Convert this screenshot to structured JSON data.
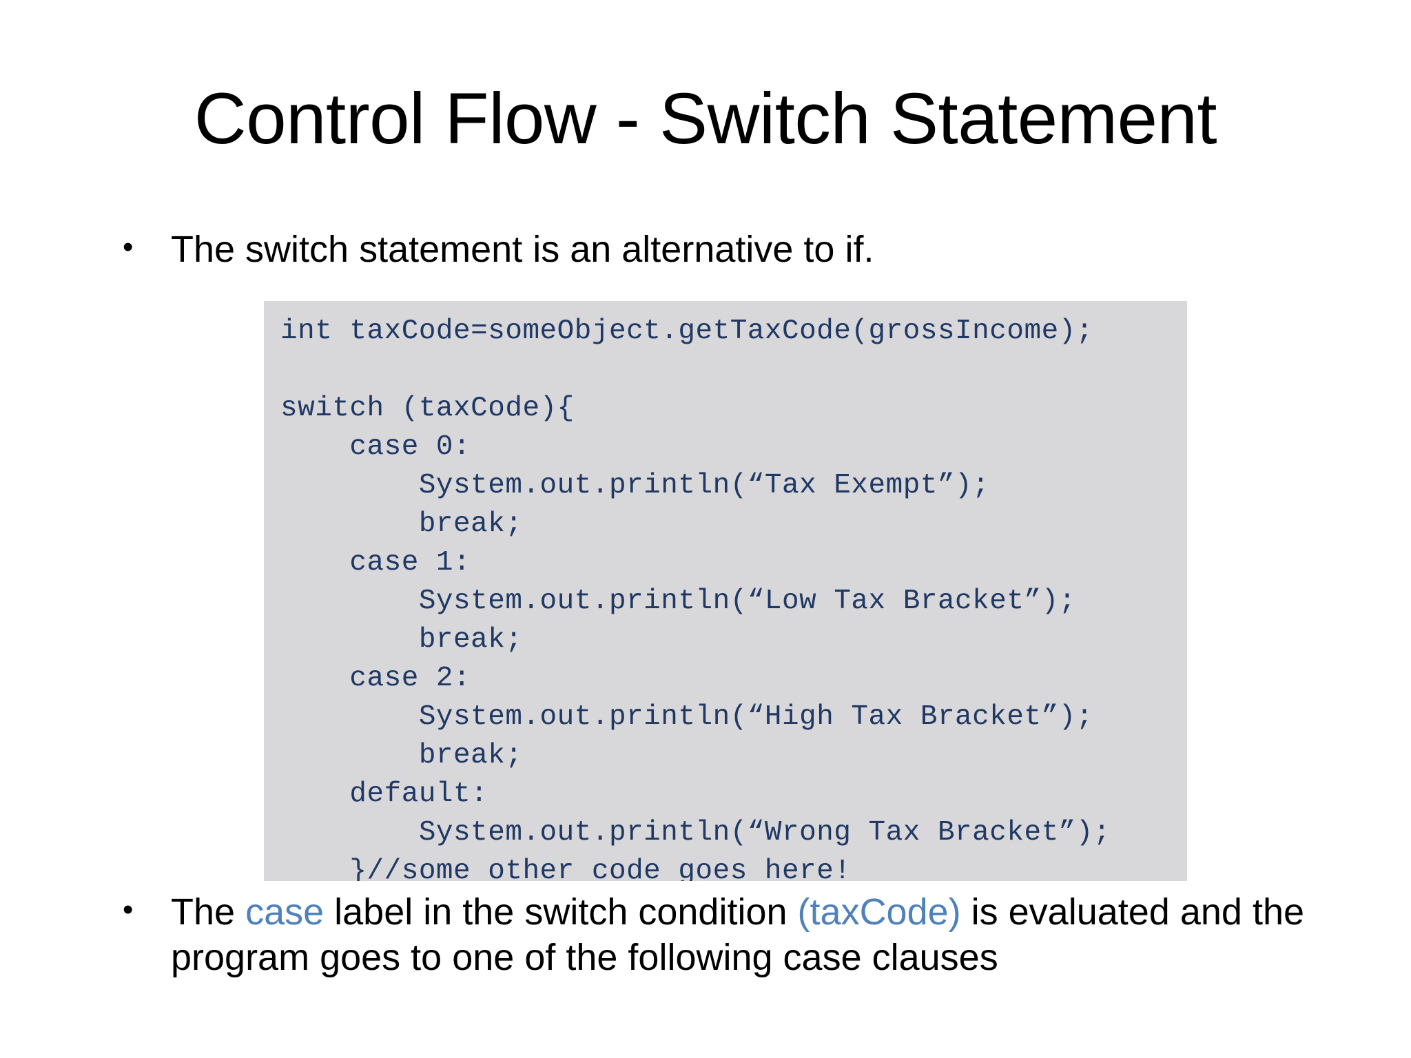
{
  "slide": {
    "title": "Control Flow - Switch Statement",
    "bullet_glyph": "•",
    "bullets": [
      {
        "id": "bullet-intro",
        "text": "The switch statement is an alternative to if."
      }
    ],
    "bullet_bottom": {
      "part1": "The ",
      "keyword_case": "case",
      "part2": " label in the switch condition ",
      "keyword_taxcode": "(taxCode)",
      "part3": " is evaluated and the program goes to one of the following case clauses"
    },
    "code_block": {
      "language": "java",
      "background_color": "#D8D7DA",
      "text_color": "#1F3864",
      "lines": [
        "int taxCode=someObject.getTaxCode(grossIncome);",
        "",
        "switch (taxCode){",
        "    case 0:",
        "        System.out.println(“Tax Exempt”);",
        "        break;",
        "    case 1:",
        "        System.out.println(“Low Tax Bracket”);",
        "        break;",
        "    case 2:",
        "        System.out.println(“High Tax Bracket”);",
        "        break;",
        "    default:",
        "        System.out.println(“Wrong Tax Bracket”);",
        "    }//some other code goes here!"
      ],
      "full_text": "int taxCode=someObject.getTaxCode(grossIncome);\n\nswitch (taxCode){\n    case 0:\n        System.out.println(“Tax Exempt”);\n        break;\n    case 1:\n        System.out.println(“Low Tax Bracket”);\n        break;\n    case 2:\n        System.out.println(“High Tax Bracket”);\n        break;\n    default:\n        System.out.println(“Wrong Tax Bracket”);\n    }//some other code goes here!"
    },
    "colors": {
      "accent_blue": "#4F81BD",
      "code_navy": "#1F3864",
      "code_bg": "#D8D7DA",
      "slide_bg": "#FFFFFF",
      "body_text": "#000000"
    }
  }
}
